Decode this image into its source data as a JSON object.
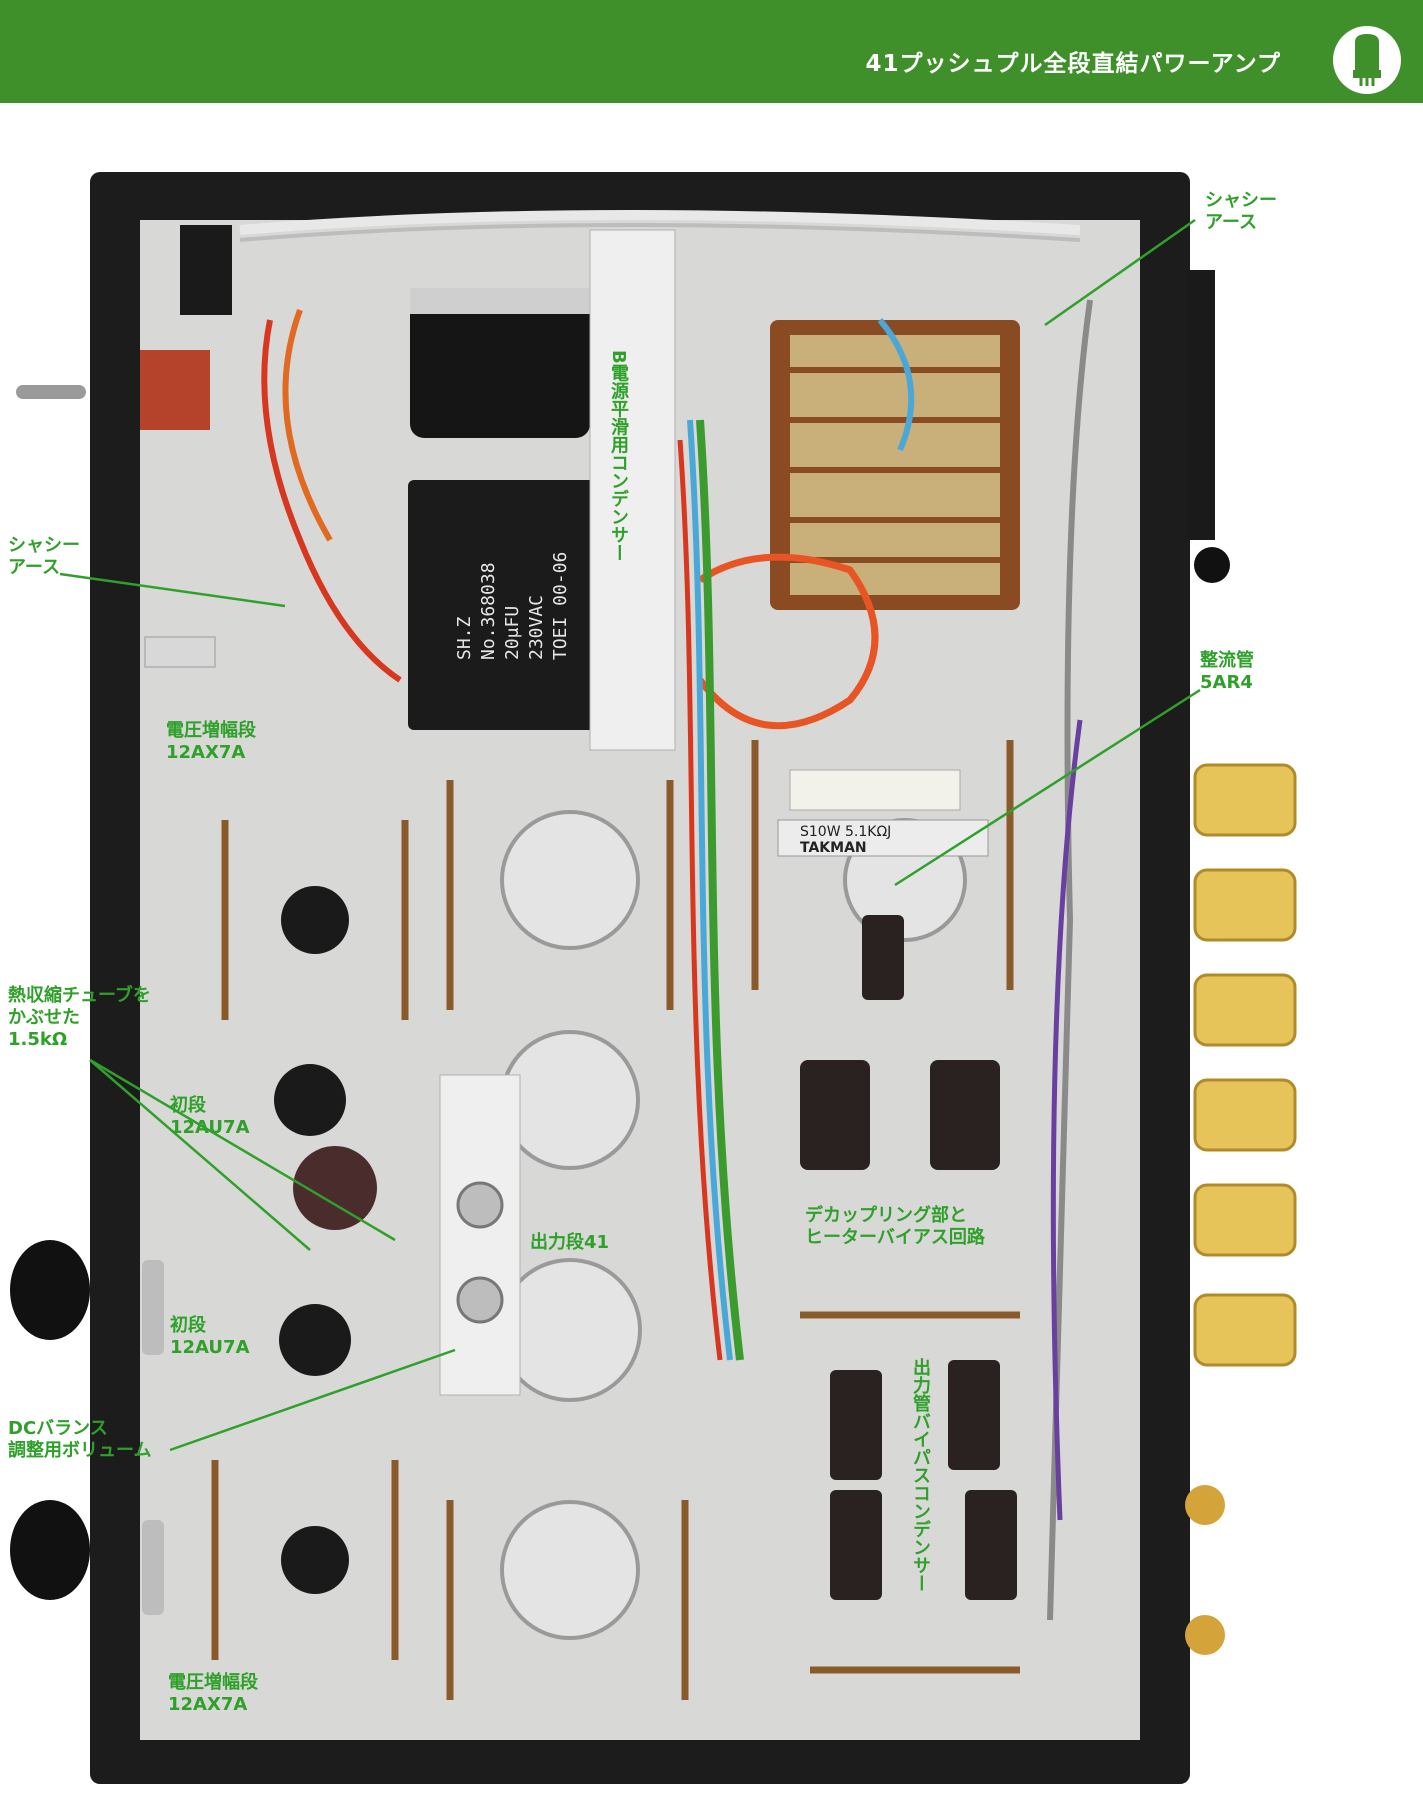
{
  "header": {
    "title": "41プッシュプル全段直結パワーアンプ",
    "accent_color": "#3f8f2a",
    "icon": "vacuum-tube-icon"
  },
  "annotations": {
    "chassis_ground_top": "シャシー\nアース",
    "chassis_ground_left": "シャシー\nアース",
    "b_power_capacitor": "B電源平滑用コンデンサー",
    "rectifier_tube": "整流管\n5AR4",
    "voltage_amp_top": "電圧増幅段\n12AX7A",
    "heat_shrink": "熱収縮チューブを\nかぶせた\n1.5kΩ",
    "first_stage_top": "初段\n12AU7A",
    "output_stage": "出力段41",
    "decoupling": "デカップリング部と\nヒーターバイアス回路",
    "first_stage_bottom": "初段\n12AU7A",
    "dc_balance": "DCバランス\n調整用ボリューム",
    "output_bypass": "出力管バイパスコンデンサー",
    "voltage_amp_bottom": "電圧増幅段\n12AX7A"
  },
  "capacitor_print": {
    "line1": "SH.Z",
    "line2": "No.368038",
    "line3": "20μFU",
    "line4": "230VAC",
    "line5": "TOEI 00-06"
  },
  "resistor_print": "S10W 5.1KΩJ",
  "resistor_brand": "TAKMAN"
}
